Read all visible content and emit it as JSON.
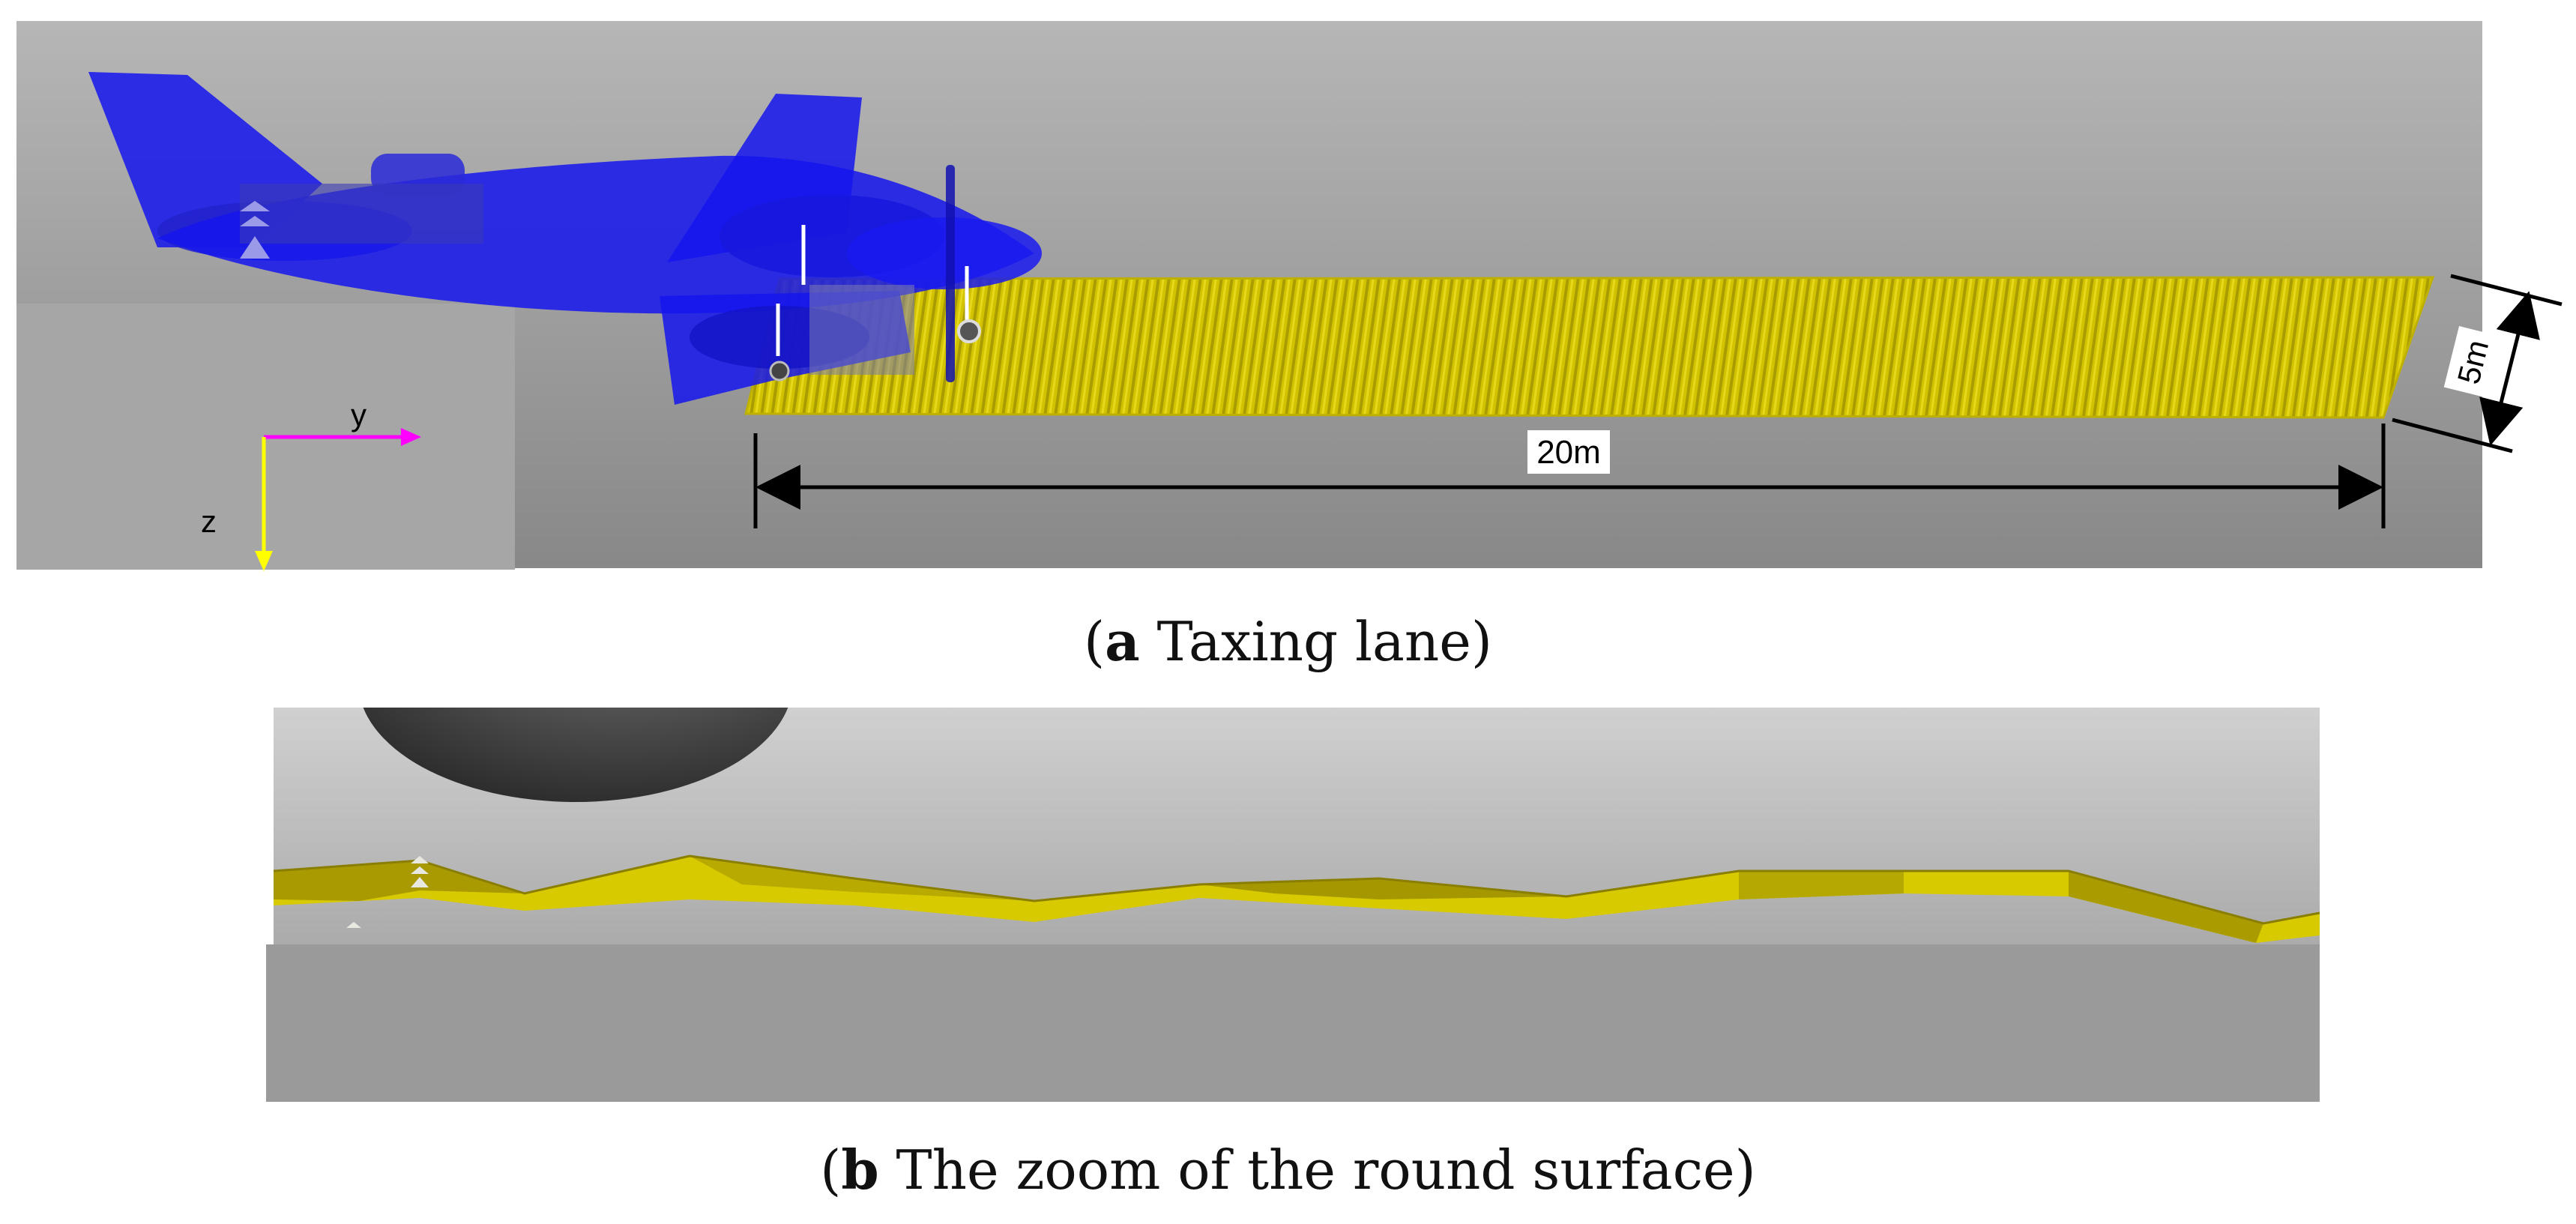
{
  "panel_a": {
    "axis_y_label": "y",
    "axis_z_label": "z",
    "length_label": "20m",
    "width_label": "5m",
    "caption_letter": "a",
    "caption_text": " Taxing lane"
  },
  "panel_b": {
    "caption_letter": "b",
    "caption_text": " The zoom of the round surface"
  },
  "colors": {
    "aircraft": "#1a1aee",
    "lane": "#d4c400",
    "background_top": "#b4b4b4",
    "background_bottom": "#8c8c8c",
    "axis_y": "#ff00ff",
    "axis_z": "#ffff00"
  }
}
